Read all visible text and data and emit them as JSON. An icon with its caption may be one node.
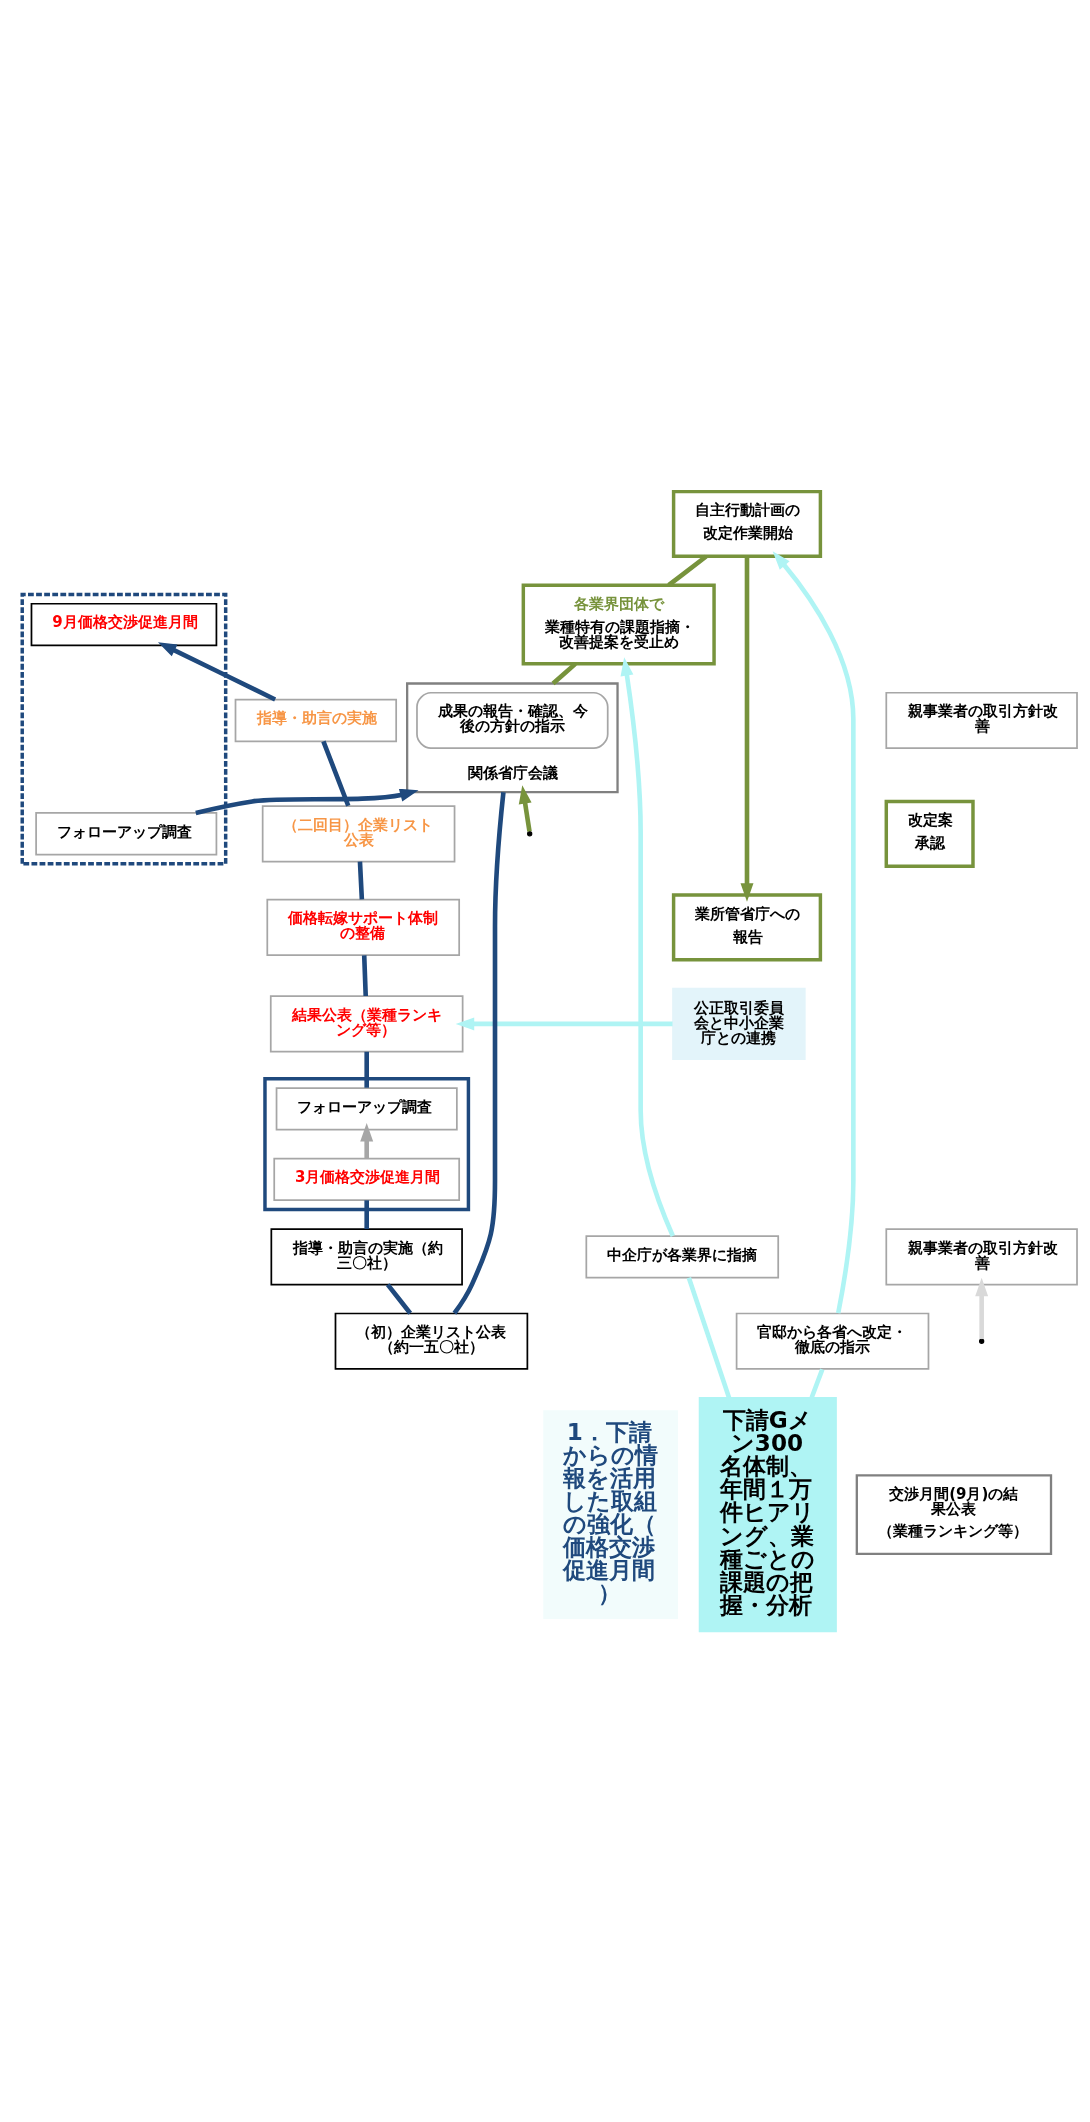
{
  "diagram": {
    "nodes": [
      {
        "text": [
          "1．下請からの情報を活用した取組の強化（価格交渉促進月間）"
        ]
      },
      {
        "text": [
          "（初）企業リスト公表（約一五〇社）"
        ]
      },
      {
        "text": [
          "指導・助言の実施（約三〇社）"
        ]
      },
      {
        "text": [],
        "shape": "box"
      },
      {
        "text": [
          "3月価格交渉促進月間"
        ],
        "in": 3
      },
      {
        "text": [
          "フォローアップ調査"
        ],
        "in": 3
      },
      {
        "text": [
          "親事業者の取引方針改善"
        ]
      },
      {
        "text": [
          "結果公表（業種ランキング等）"
        ]
      },
      {
        "text": [
          "価格転嫁サポート体制の整備"
        ]
      },
      {
        "text": [
          "（二回目）企業リスト公表"
        ]
      },
      {
        "text": [
          "指導・助言の実施"
        ]
      },
      {
        "text": [],
        "shape": "box"
      },
      {
        "text": [
          "9月価格交渉促進月間"
        ],
        "in": 11
      },
      {
        "text": [
          "フォローアップ調査"
        ],
        "in": 11
      },
      {
        "text": [
          "親事業者の取引方針改善"
        ]
      },
      {
        "text": [
          "公正取引委員会と中小企業庁との連携"
        ]
      },
      {
        "text": [
          "下請Gメン300名体制、年間１万件ヒアリング、業種ごとの課題の把握・分析"
        ]
      },
      {
        "text": [
          "中企庁が各業界に指摘"
        ]
      },
      {
        "text": [
          "官邸から各省へ改定・徹底の指示"
        ]
      },
      {
        "text": [
          "各業界団体で",
          "業種特有の課題指摘・改善提案を受止め"
        ]
      },
      {
        "text": [
          "自主行動計画の",
          "改定作業開始"
        ]
      },
      {
        "text": [
          "業所管省庁への",
          "報告"
        ]
      },
      {
        "text": [
          "改定案",
          "承認"
        ]
      },
      {
        "text": [
          "関係省庁会議"
        ]
      },
      {
        "text": [
          "成果の報告・確認、今後の方針の指示"
        ],
        "in": 23
      },
      {
        "text": [
          "交渉月間(9月)の結果公表",
          "（業種ランキング等）"
        ]
      }
    ],
    "edges": [
      {
        "from": 23,
        "to": 1,
        "arrow": "none",
        "color": "#1f497d"
      },
      {
        "from": 1,
        "to": 2,
        "arrow": "none",
        "color": "#1f497d"
      },
      {
        "from": 2,
        "to": 4,
        "arrow": "none",
        "color": "#1f497d"
      },
      {
        "from": 4,
        "to": 5,
        "arrow": "to",
        "color": "#a6a6a6"
      },
      {
        "from": 5,
        "to": 7,
        "arrow": "none",
        "color": "#1f497d"
      },
      {
        "from": 7,
        "to": 8,
        "arrow": "none",
        "color": "#1f497d"
      },
      {
        "from": 8,
        "to": 9,
        "arrow": "none",
        "color": "#1f497d"
      },
      {
        "from": 9,
        "to": 10,
        "arrow": "none",
        "color": "#1f497d"
      },
      {
        "from": 10,
        "to": 12,
        "arrow": "to",
        "color": "#1f497d"
      },
      {
        "from": null,
        "to": 6,
        "arrow": "to",
        "color": "#d9d9d9"
      },
      {
        "from": 13,
        "to": 23,
        "arrow": "to",
        "color": "#1f497d"
      },
      {
        "from": 15,
        "to": 7,
        "arrow": "to",
        "color": "#aff4f4"
      },
      {
        "from": 16,
        "to": 17,
        "arrow": "none",
        "color": "#aff4f4"
      },
      {
        "from": 17,
        "to": 19,
        "arrow": "to",
        "color": "#aff4f4"
      },
      {
        "from": 16,
        "to": 18,
        "arrow": "none",
        "color": "#aff4f4"
      },
      {
        "from": 18,
        "to": 20,
        "arrow": "to",
        "color": "#aff4f4"
      },
      {
        "from": 23,
        "to": 19,
        "arrow": "none",
        "color": "#77933c"
      },
      {
        "from": 19,
        "to": 20,
        "arrow": "none",
        "color": "#77933c"
      },
      {
        "from": 20,
        "to": 21,
        "arrow": "to",
        "color": "#77933c"
      },
      {
        "from": null,
        "to": 23,
        "arrow": "to",
        "color": "#77933c"
      }
    ]
  }
}
